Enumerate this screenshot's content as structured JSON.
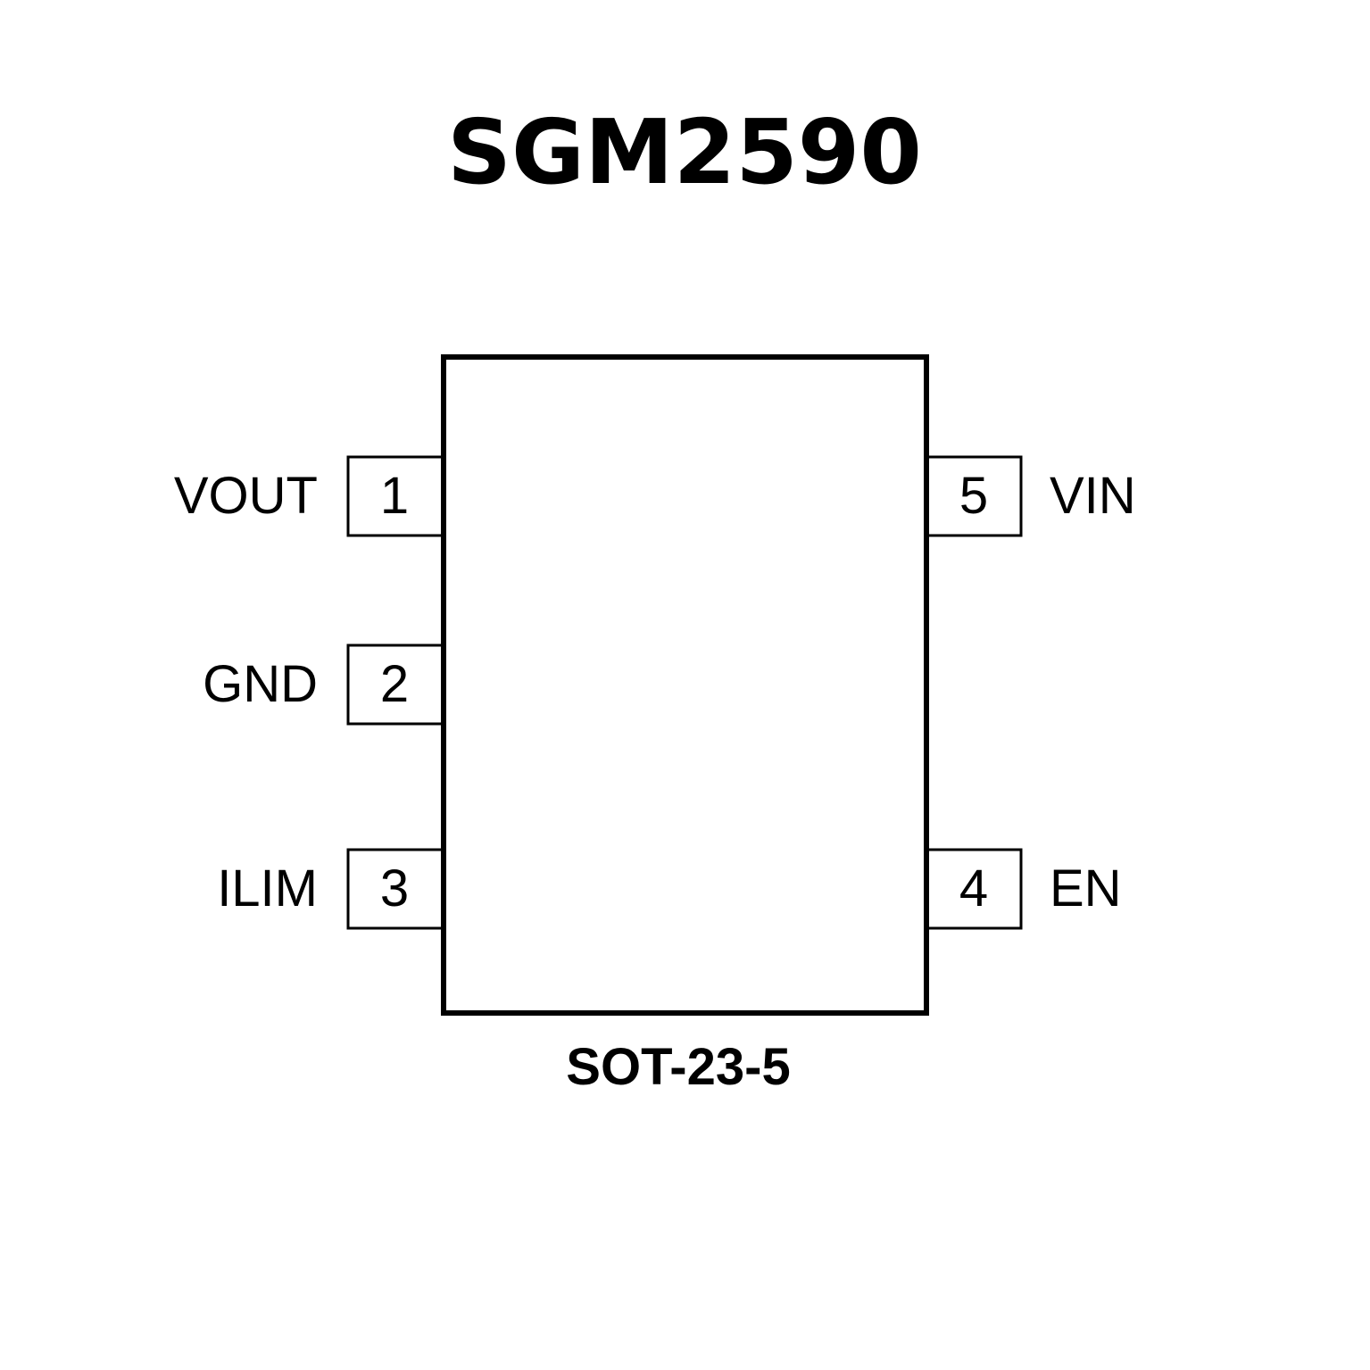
{
  "title": "SGM2590",
  "package": "SOT-23-5",
  "pins": {
    "p1": {
      "number": "1",
      "name": "VOUT"
    },
    "p2": {
      "number": "2",
      "name": "GND"
    },
    "p3": {
      "number": "3",
      "name": "ILIM"
    },
    "p4": {
      "number": "4",
      "name": "EN"
    },
    "p5": {
      "number": "5",
      "name": "VIN"
    }
  }
}
